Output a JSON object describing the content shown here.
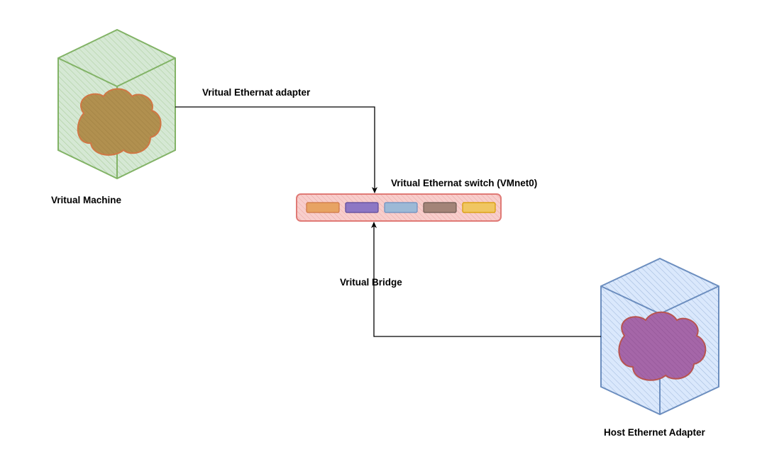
{
  "labels": {
    "vm": "Vritual Machine",
    "adapter": "Vritual Ethernat adapter",
    "switch": "Vritual Ethernat switch (VMnet0)",
    "bridge": "Vritual Bridge",
    "host": "Host Ethernet Adapter"
  },
  "colors": {
    "vm_fill": "#d5e8d4",
    "vm_stroke": "#82b366",
    "vm_cloud_fill": "#b1904f",
    "vm_cloud_stroke": "#d07745",
    "host_fill": "#dae8fc",
    "host_stroke": "#6c8ebf",
    "host_cloud_fill": "#a566a8",
    "host_cloud_stroke": "#b85450",
    "switch_fill": "#f8cecc",
    "switch_stroke": "#b85450",
    "ports": [
      "#e7a363",
      "#8d77c4",
      "#9cb9d6",
      "#a38478",
      "#f0c662"
    ]
  }
}
